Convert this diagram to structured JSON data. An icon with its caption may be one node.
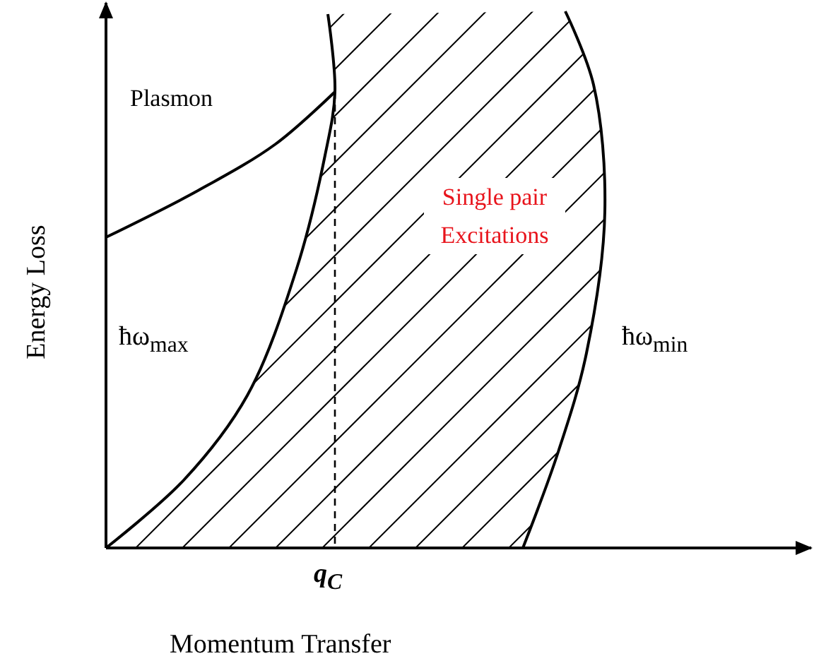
{
  "diagram": {
    "labels": [
      "Plasmon",
      "Single pair Excitations",
      "ħω$_{max}$",
      "ħω$_{min}$",
      "q$_{C}$",
      "Energy Loss",
      "Momentum Transfer"
    ]
  }
}
